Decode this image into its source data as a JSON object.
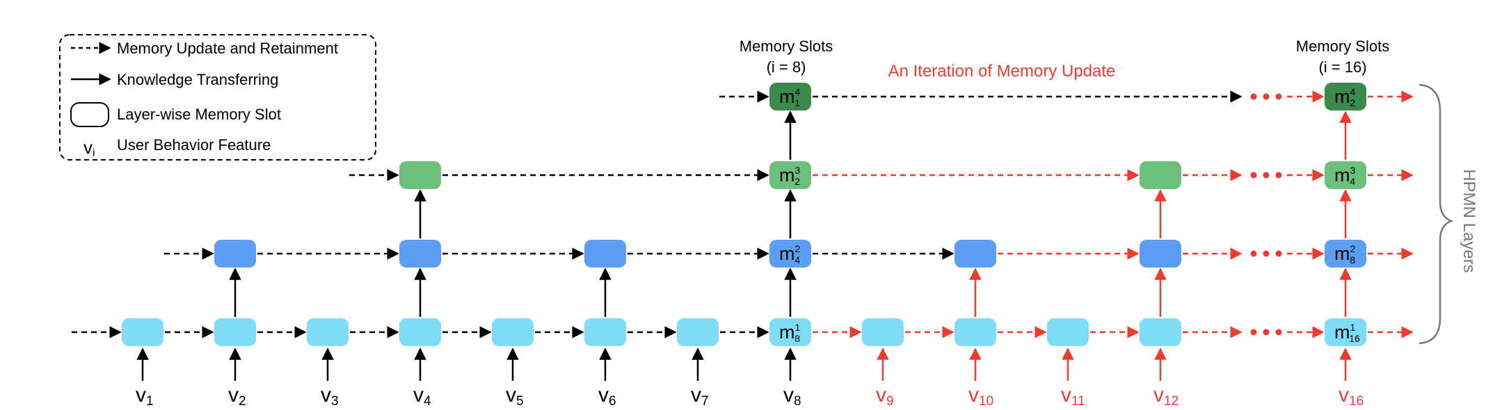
{
  "legend": {
    "update": "Memory Update and Retainment",
    "transfer": "Knowledge Transferring",
    "slot": "Layer-wise Memory Slot",
    "feature_symbol": "v",
    "feature_sub": "i",
    "feature": "User Behavior Feature"
  },
  "slots_label_8": {
    "line1": "Memory Slots",
    "line2": "(i = 8)"
  },
  "slots_label_16": {
    "line1": "Memory Slots",
    "line2": "(i = 16)"
  },
  "iteration_label": "An Iteration of Memory Update",
  "hpmn_label": "HPMN Layers",
  "inputs": [
    {
      "base": "v",
      "sub": "1"
    },
    {
      "base": "v",
      "sub": "2"
    },
    {
      "base": "v",
      "sub": "3"
    },
    {
      "base": "v",
      "sub": "4"
    },
    {
      "base": "v",
      "sub": "5"
    },
    {
      "base": "v",
      "sub": "6"
    },
    {
      "base": "v",
      "sub": "7"
    },
    {
      "base": "v",
      "sub": "8"
    },
    {
      "base": "v",
      "sub": "9"
    },
    {
      "base": "v",
      "sub": "10"
    },
    {
      "base": "v",
      "sub": "11"
    },
    {
      "base": "v",
      "sub": "12"
    },
    {
      "base": "v",
      "sub": "16"
    }
  ],
  "slot_labels": {
    "m1_8": {
      "base": "m",
      "sup": "1",
      "sub": "8"
    },
    "m2_4": {
      "base": "m",
      "sup": "2",
      "sub": "4"
    },
    "m3_2": {
      "base": "m",
      "sup": "3",
      "sub": "2"
    },
    "m4_1": {
      "base": "m",
      "sup": "4",
      "sub": "1"
    },
    "m1_16": {
      "base": "m",
      "sup": "1",
      "sub": "16"
    },
    "m2_8": {
      "base": "m",
      "sup": "2",
      "sub": "8"
    },
    "m3_4": {
      "base": "m",
      "sup": "3",
      "sub": "4"
    },
    "m4_2": {
      "base": "m",
      "sup": "4",
      "sub": "2"
    }
  },
  "colors": {
    "layer1": "#7fdcf7",
    "layer2": "#5b9ef2",
    "layer3": "#6dbf7c",
    "layer4": "#3b8a4c",
    "black": "#000000",
    "red": "#ee3b2f"
  }
}
